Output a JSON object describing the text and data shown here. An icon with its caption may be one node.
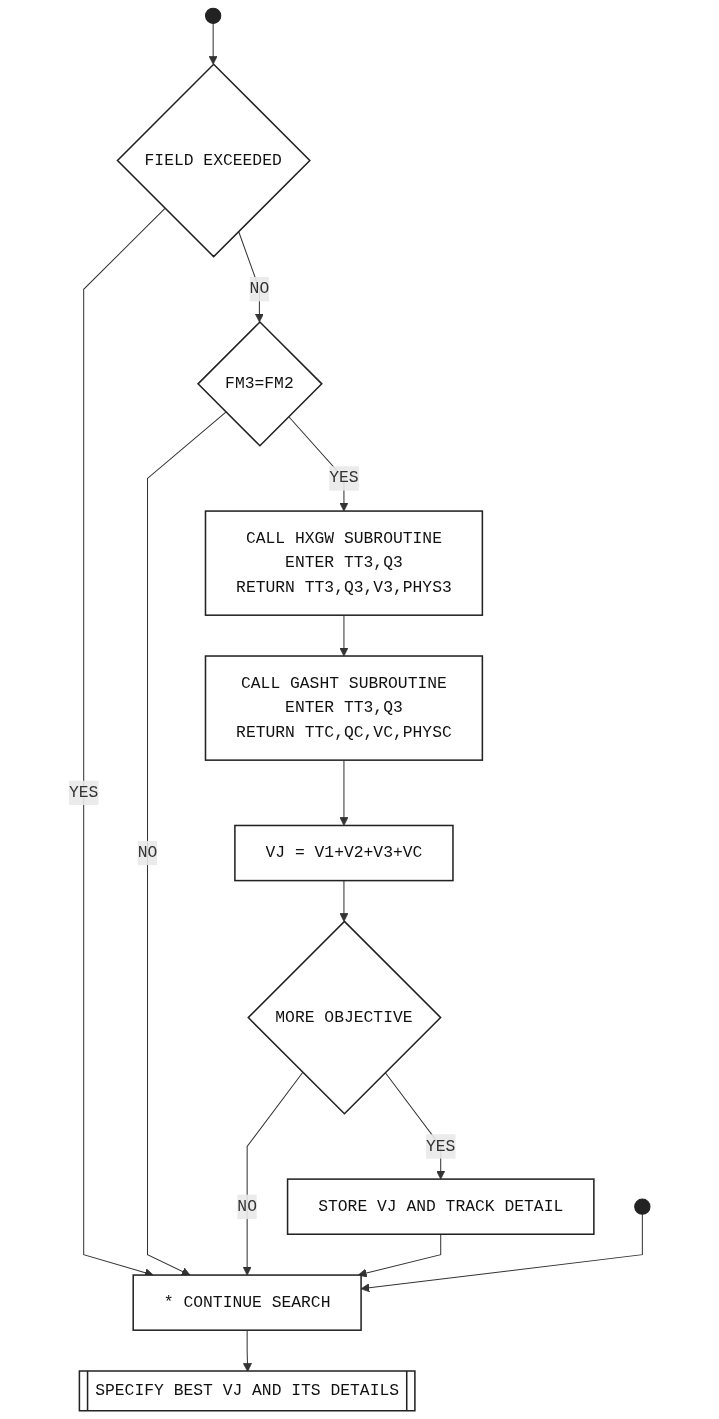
{
  "diagram": {
    "nodes": [
      {
        "text": [
          "FIELD EXCEEDED"
        ]
      },
      {
        "text": [
          "FM3=FM2"
        ]
      },
      {
        "text": [
          "CALL HXGW SUBROUTINE",
          "ENTER TT3,Q3",
          "RETURN TT3,Q3,V3,PHYS3"
        ]
      },
      {
        "text": [
          "CALL GASHT SUBROUTINE",
          "ENTER TT3,Q3",
          "RETURN TTC,QC,VC,PHYSC"
        ]
      },
      {
        "text": [
          "VJ = V1+V2+V3+VC"
        ]
      },
      {
        "text": [
          "MORE OBJECTIVE"
        ]
      },
      {
        "text": [
          "STORE VJ AND TRACK DETAIL"
        ]
      },
      {
        "text": [
          "* CONTINUE SEARCH"
        ]
      },
      {
        "text": [
          "SPECIFY BEST VJ AND ITS DETAILS"
        ]
      }
    ],
    "edges": [
      {
        "from": null,
        "to": 0,
        "arrow": "to"
      },
      {
        "from": 0,
        "to": 1,
        "arrow": "to",
        "label": "NO"
      },
      {
        "from": 0,
        "to": 7,
        "arrow": "to",
        "label": "YES"
      },
      {
        "from": 1,
        "to": 2,
        "arrow": "to",
        "label": "YES"
      },
      {
        "from": 1,
        "to": 7,
        "arrow": "to",
        "label": "NO"
      },
      {
        "from": 2,
        "to": 3,
        "arrow": "to"
      },
      {
        "from": 3,
        "to": 4,
        "arrow": "to"
      },
      {
        "from": 4,
        "to": 5,
        "arrow": "to"
      },
      {
        "from": 5,
        "to": 6,
        "arrow": "to",
        "label": "YES"
      },
      {
        "from": 5,
        "to": 7,
        "arrow": "to",
        "label": "NO"
      },
      {
        "from": 6,
        "to": 7,
        "arrow": "to"
      },
      {
        "from": null,
        "to": 7,
        "arrow": "to"
      },
      {
        "from": 7,
        "to": 8,
        "arrow": "to"
      }
    ]
  }
}
